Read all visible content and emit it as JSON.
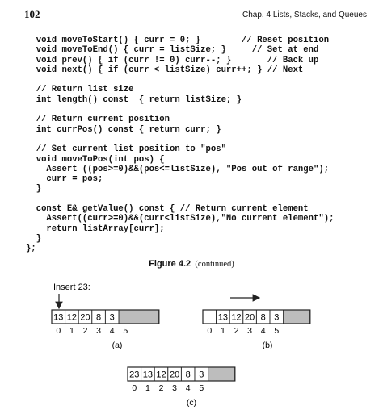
{
  "header": {
    "page_number": "102",
    "running_title": "Chap. 4 Lists, Stacks, and Queues"
  },
  "code_lines": [
    "  void moveToStart() { curr = 0; }        // Reset position",
    "  void moveToEnd() { curr = listSize; }     // Set at end",
    "  void prev() { if (curr != 0) curr--; }       // Back up",
    "  void next() { if (curr < listSize) curr++; } // Next",
    "",
    "  // Return list size",
    "  int length() const  { return listSize; }",
    "",
    "  // Return current position",
    "  int currPos() const { return curr; }",
    "",
    "  // Set current list position to \"pos\"",
    "  void moveToPos(int pos) {",
    "    Assert ((pos>=0)&&(pos<=listSize), \"Pos out of range\");",
    "    curr = pos;",
    "  }",
    "",
    "  const E& getValue() const { // Return current element",
    "    Assert((curr>=0)&&(curr<listSize),\"No current element\");",
    "    return listArray[curr];",
    "  }",
    "};"
  ],
  "caption": {
    "label": "Figure 4.2",
    "text": "(continued)"
  },
  "diagram": {
    "insert_label": "Insert 23:",
    "arrays": [
      {
        "sublabel": "(a)",
        "cells": [
          "13",
          "12",
          "20",
          "8",
          "3"
        ],
        "indices": [
          "0",
          "1",
          "2",
          "3",
          "4",
          "5"
        ]
      },
      {
        "sublabel": "(b)",
        "cells": [
          "",
          "13",
          "12",
          "20",
          "8",
          "3"
        ],
        "indices": [
          "0",
          "1",
          "2",
          "3",
          "4",
          "5"
        ]
      },
      {
        "sublabel": "(c)",
        "cells": [
          "23",
          "13",
          "12",
          "20",
          "8",
          "3"
        ],
        "indices": [
          "0",
          "1",
          "2",
          "3",
          "4",
          "5"
        ]
      }
    ],
    "colors": {
      "unused_fill": "#bdbdbd",
      "stroke": "#222222"
    }
  }
}
